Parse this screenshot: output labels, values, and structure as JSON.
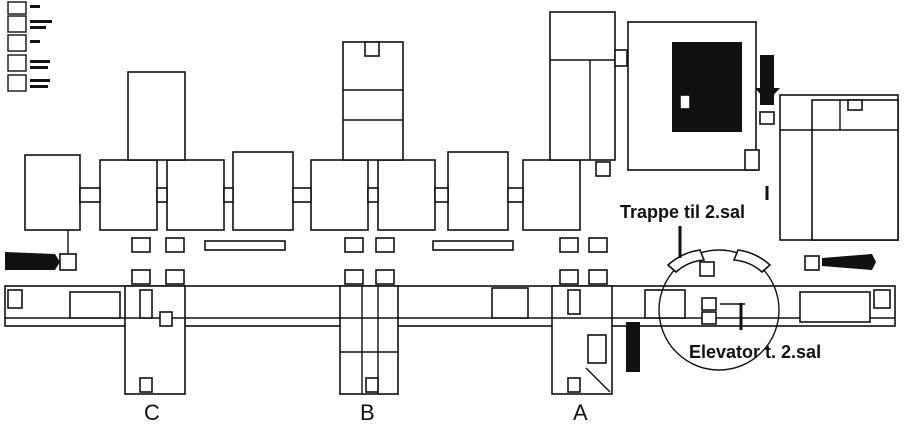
{
  "labels": {
    "wing_c": "C",
    "wing_b": "B",
    "wing_a": "A",
    "stairs": "Trappe til 2.sal",
    "elevator": "Elevator t. 2.sal"
  },
  "legend": [
    {
      "icon": "wc-icon"
    },
    {
      "icon": "accessible-toilet-icon"
    },
    {
      "icon": "toilet-icon"
    },
    {
      "icon": "restroom-icon"
    },
    {
      "icon": "emergency-icon"
    }
  ],
  "colors": {
    "ink": "#111111",
    "paper": "#ffffff"
  }
}
